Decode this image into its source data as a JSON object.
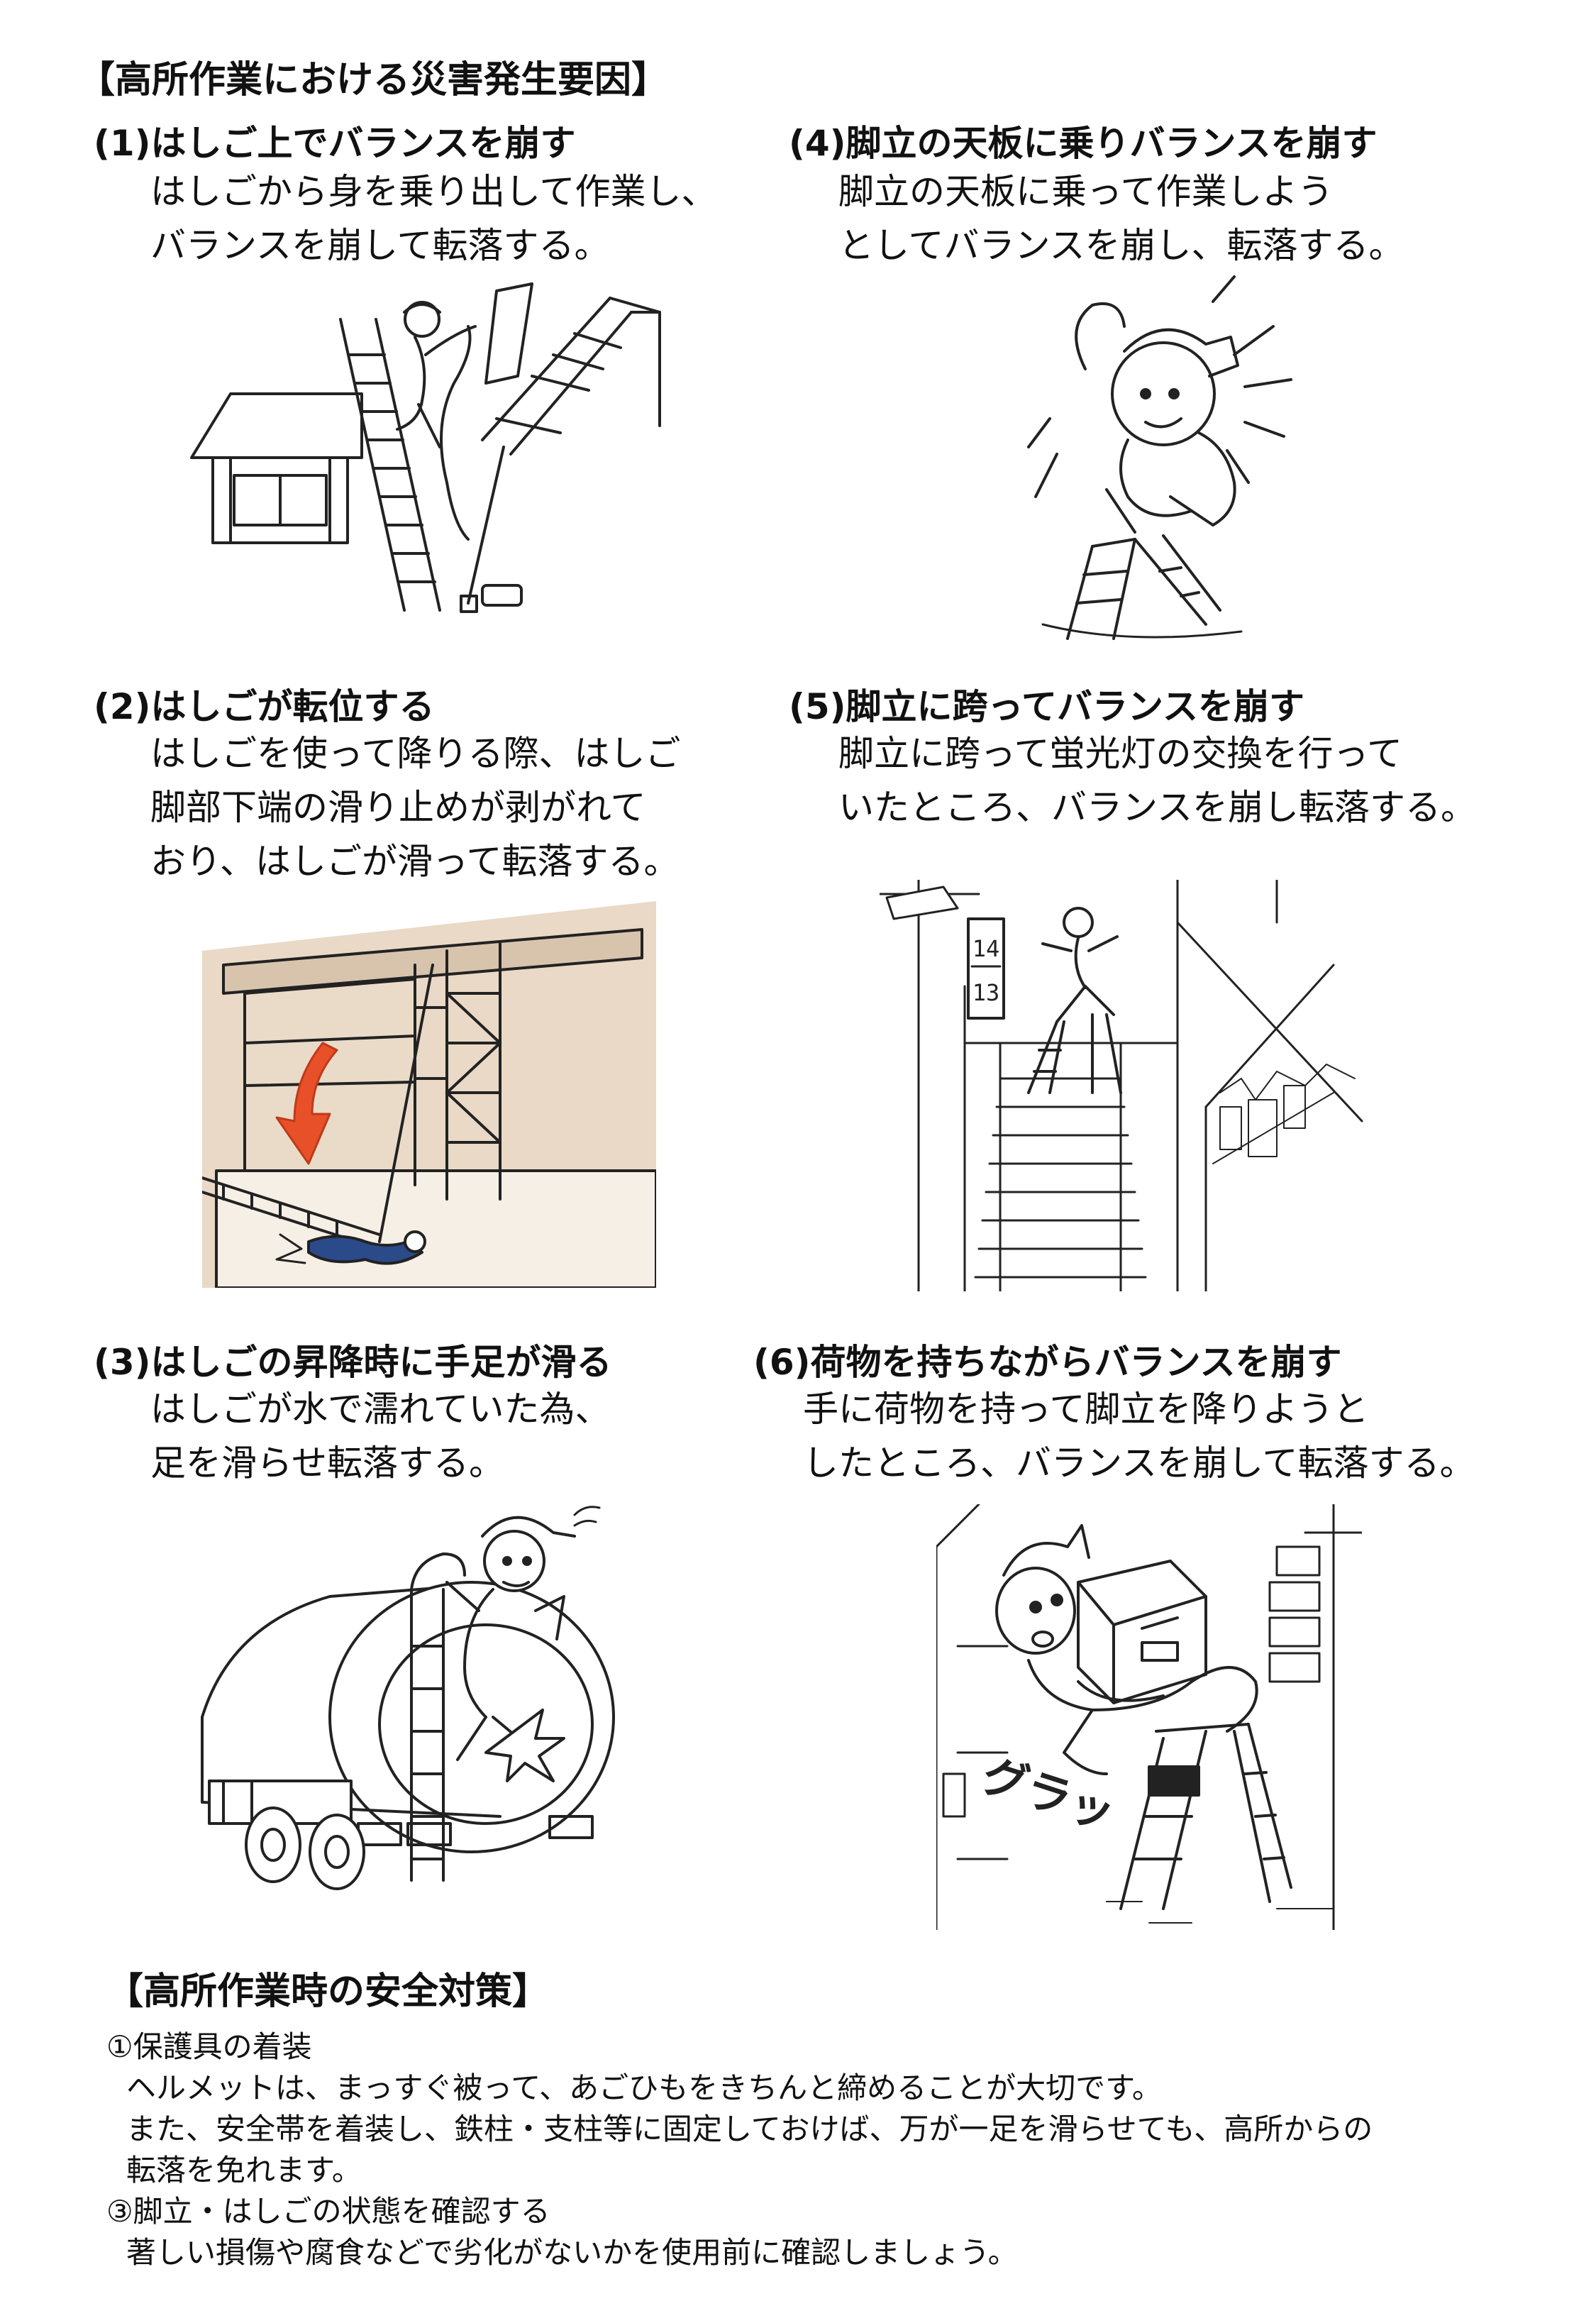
{
  "page_title": "【高所作業における災害発生要因】",
  "cases": [
    {
      "title": "(1)はしご上でバランスを崩す",
      "lines": [
        "はしごから身を乗り出して作業し、",
        "バランスを崩して転落する。"
      ]
    },
    {
      "title": "(2)はしごが転位する",
      "lines": [
        "はしごを使って降りる際、はしご",
        "脚部下端の滑り止めが剥がれて",
        "おり、はしごが滑って転落する。"
      ]
    },
    {
      "title": "(3)はしごの昇降時に手足が滑る",
      "lines": [
        "はしごが水で濡れていた為、",
        "足を滑らせ転落する。"
      ]
    },
    {
      "title": "(4)脚立の天板に乗りバランスを崩す",
      "lines": [
        "脚立の天板に乗って作業しよう",
        "としてバランスを崩し、転落する。"
      ]
    },
    {
      "title": "(5)脚立に跨ってバランスを崩す",
      "lines": [
        "脚立に跨って蛍光灯の交換を行って",
        "いたところ、バランスを崩し転落する。"
      ]
    },
    {
      "title": "(6)荷物を持ちながらバランスを崩す",
      "lines": [
        "手に荷物を持って脚立を降りようと",
        "したところ、バランスを崩して転落する。"
      ]
    }
  ],
  "illustration_text": {
    "floor_upper": "14",
    "floor_lower": "13",
    "sound_effect": "グラッ"
  },
  "safety": {
    "title": "【高所作業時の安全対策】",
    "items": [
      {
        "heading": "①保護具の着装",
        "lines": [
          "ヘルメットは、まっすぐ被って、あごひもをきちんと締めることが大切です。",
          "また、安全帯を着装し、鉄柱・支柱等に固定しておけば、万が一足を滑らせても、高所からの",
          "転落を免れます。"
        ]
      },
      {
        "heading": "③脚立・はしごの状態を確認する",
        "lines": [
          "著しい損傷や腐食などで劣化がないかを使用前に確認しましょう。"
        ]
      }
    ]
  },
  "colors": {
    "text": "#111111",
    "arrow": "#e8502a",
    "wall": "#e9d9c6",
    "line_art": "#222222"
  }
}
